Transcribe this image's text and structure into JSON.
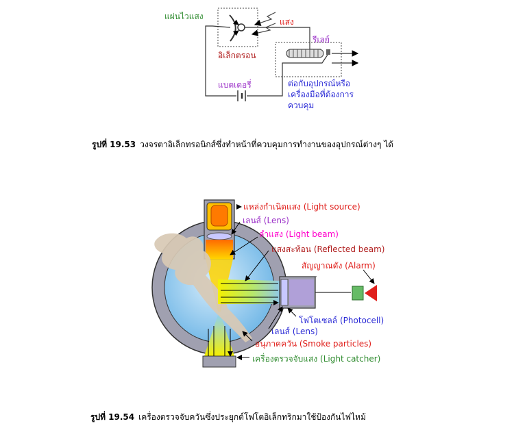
{
  "figure1": {
    "labels": {
      "photocell": "แผ่นไวแสง",
      "light": "แสง",
      "electron": "อิเล็กตรอน",
      "relay": "รีเลย์",
      "battery": "แบตเตอรี่",
      "device_1": "ต่อกับอุปกรณ์หรือ",
      "device_2": "เครื่องมือที่ต้องการ",
      "device_3": "ควบคุม"
    },
    "caption_number": "รูปที่ 19.53",
    "caption_text": "วงจรตาอิเล็กทรอนิกส์ซึ่งทำหน้าที่ควบคุมการทำงานของอุปกรณ์ต่างๆ ได้"
  },
  "figure2": {
    "labels": {
      "light_source": "แหล่งกำเนิดแสง (Light source)",
      "lens_top": "เลนส์ (Lens)",
      "light_beam": "ลำแสง (Light beam)",
      "reflected_beam": "แสงสะท้อน (Reflected beam)",
      "alarm": "สัญญาณดัง (Alarm)",
      "photocell": "โฟโตเซลล์ (Photocell)",
      "lens_bottom": "เลนส์ (Lens)",
      "smoke": "อนุภาคควัน (Smoke particles)",
      "light_catcher": "เครื่องตรวจจับแสง (Light catcher)"
    },
    "caption_number": "รูปที่ 19.54",
    "caption_text": "เครื่องตรวจจับควันซึ่งประยุกต์โฟโตอิเล็กทริกมาใช้ป้องกันไฟไหม้"
  },
  "colors": {
    "green": "#2e8b2e",
    "red": "#e0201c",
    "purple": "#9b30c8",
    "darkred": "#b22222",
    "blue": "#2b2bd6",
    "magenta": "#ff00cc",
    "steel": "#a0a0b0",
    "sky": "#8fc8ee"
  }
}
